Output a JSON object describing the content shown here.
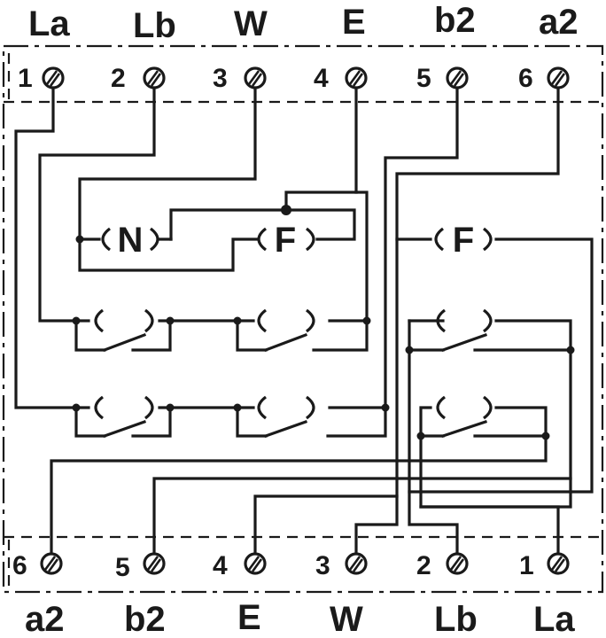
{
  "top_labels": [
    "La",
    "Lb",
    "W",
    "E",
    "b2",
    "a2"
  ],
  "top_numbers": [
    "1",
    "2",
    "3",
    "4",
    "5",
    "6"
  ],
  "bottom_labels": [
    "a2",
    "b2",
    "E",
    "W",
    "Lb",
    "La"
  ],
  "bottom_numbers": [
    "6",
    "5",
    "4",
    "3",
    "2",
    "1"
  ],
  "coils": {
    "n": "N",
    "f_left": "F",
    "f_right": "F"
  },
  "colors": {
    "ink": "#1a1a1a",
    "background": "#ffffff"
  }
}
